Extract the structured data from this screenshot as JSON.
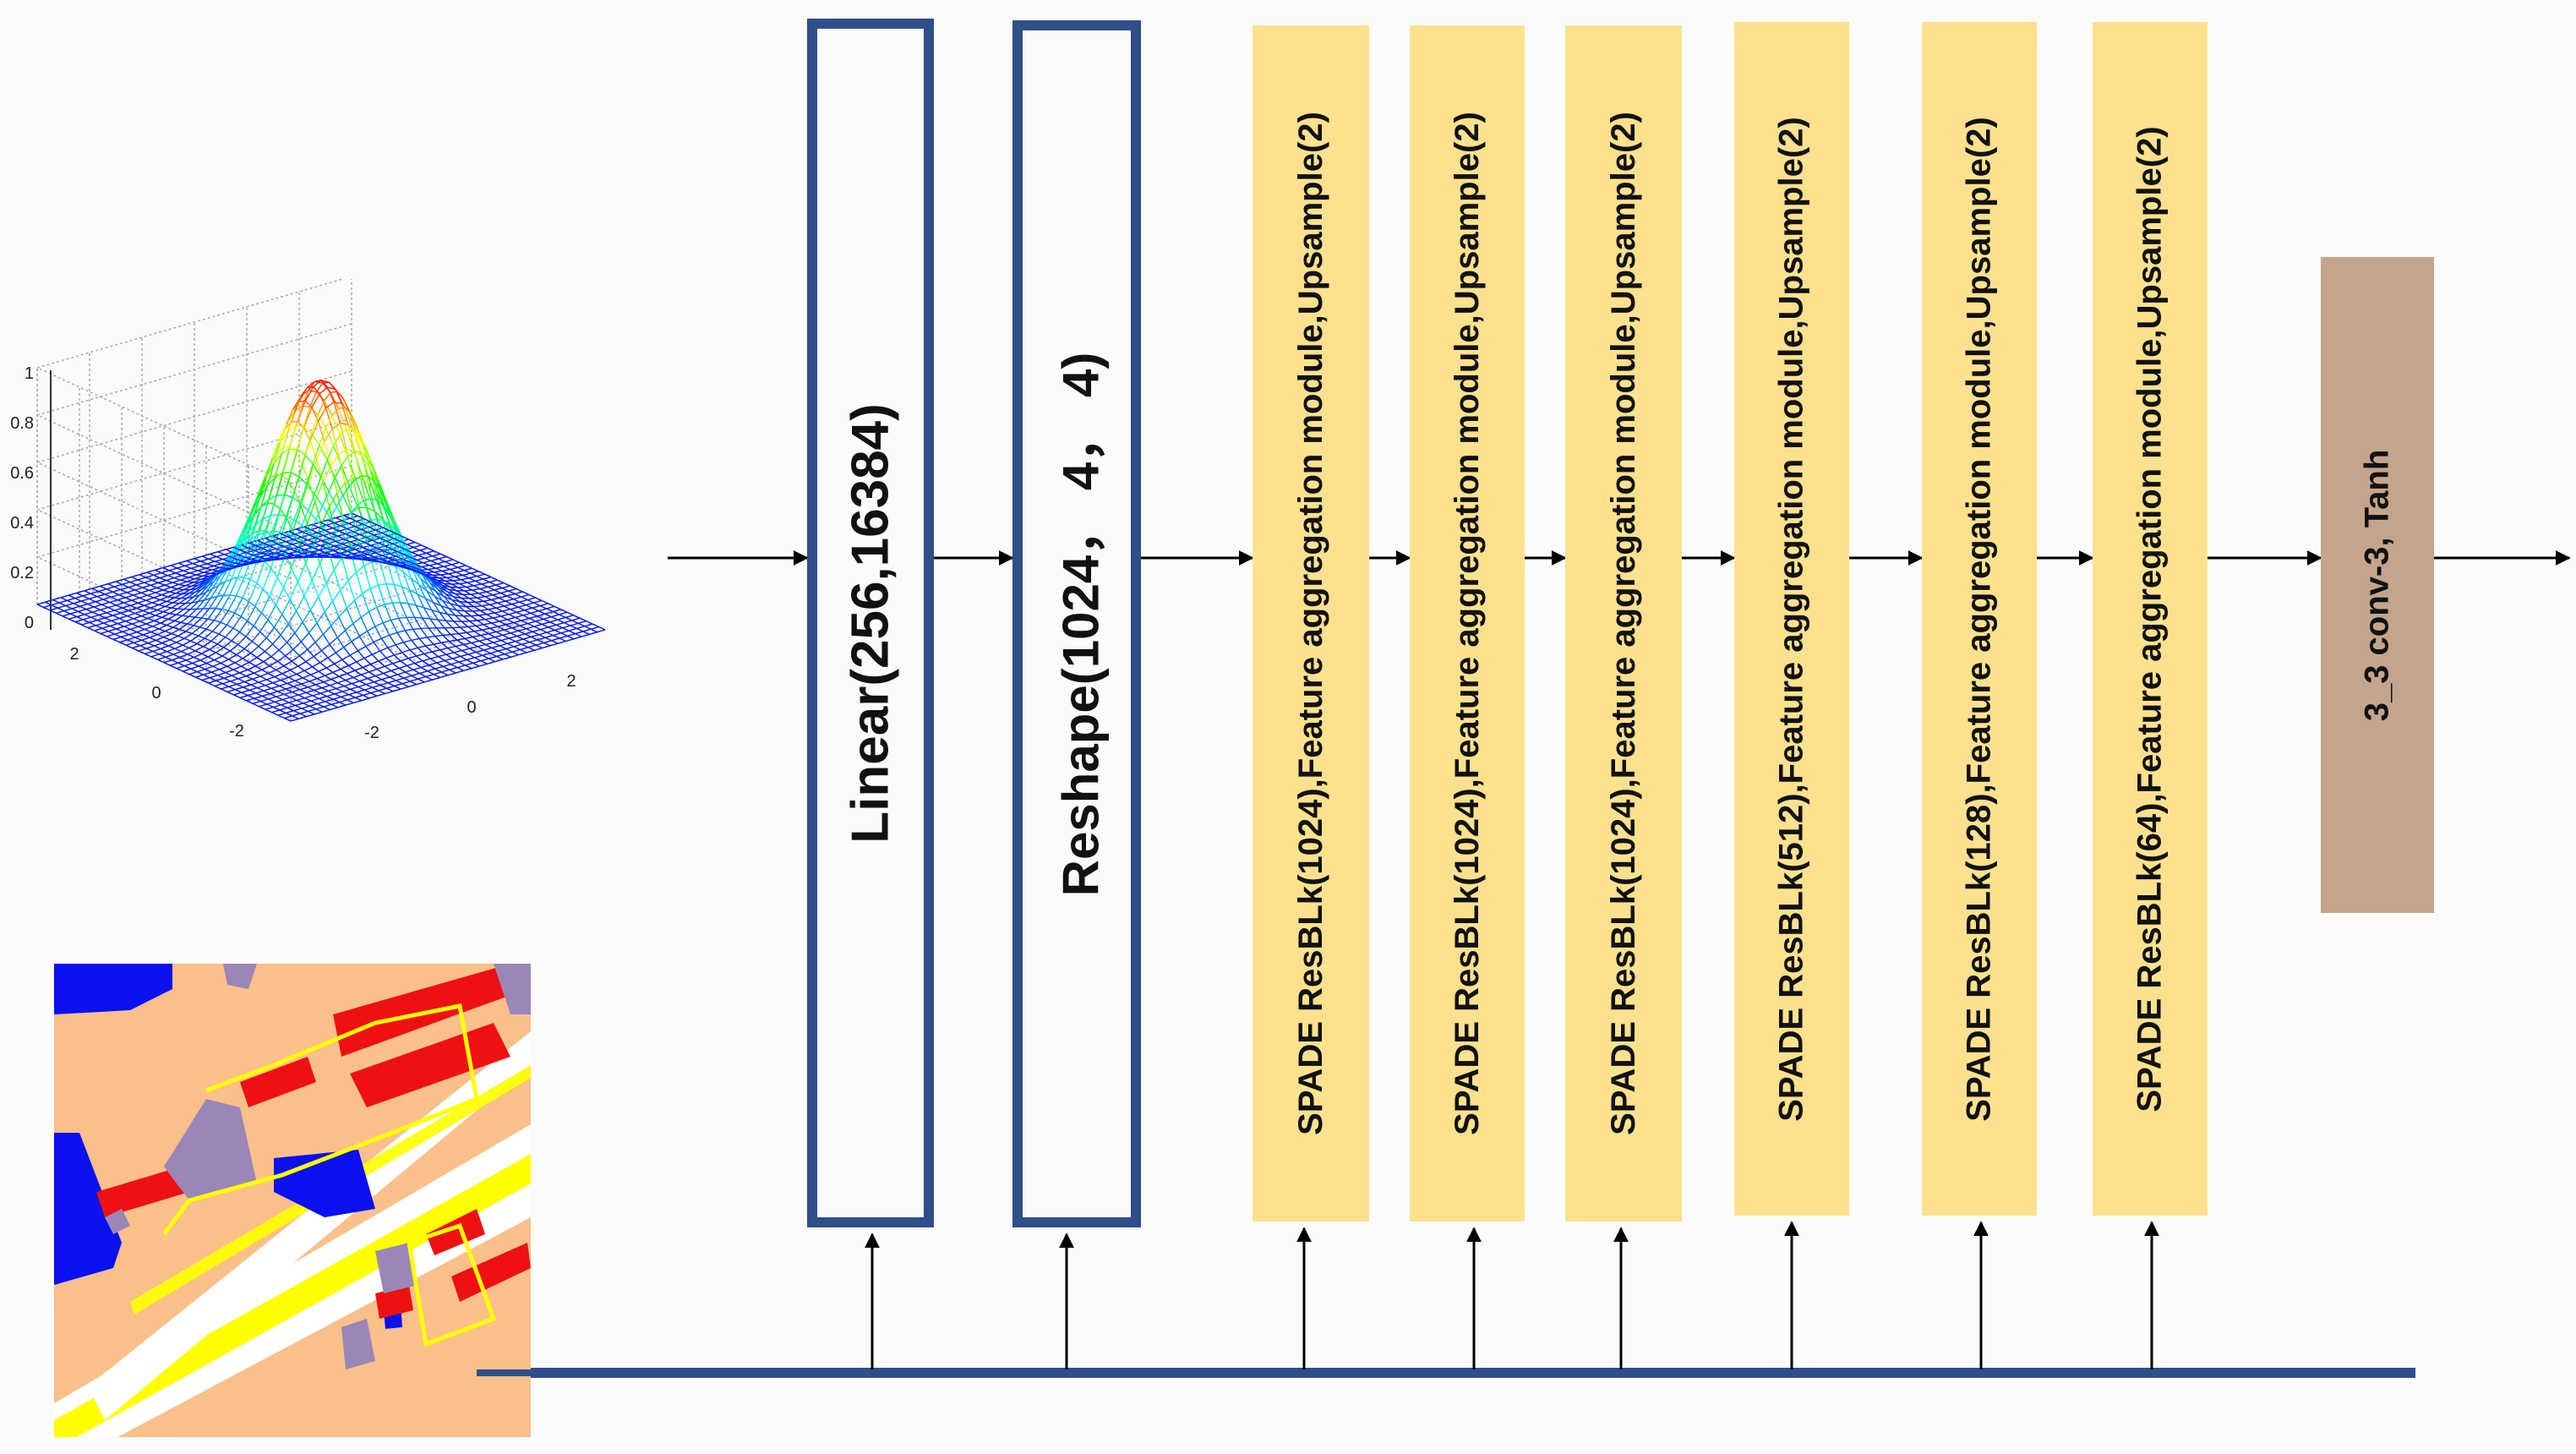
{
  "surface_plot": {
    "z_ticks": [
      "1",
      "0.8",
      "0.6",
      "0.4",
      "0.2",
      "0"
    ],
    "x_ticks": [
      "-2",
      "0",
      "2"
    ],
    "y_ticks": [
      "-2",
      "0",
      "2"
    ]
  },
  "blocks": [
    {
      "label": "Linear(256,16384)",
      "style": "blue",
      "fill": "#fdf7e3"
    },
    {
      "label": "Reshape(1024， 4， 4)",
      "style": "blue",
      "fill": "#e3f4fb"
    },
    {
      "label": "SPADE ResBLk(1024),Feature aggregation module,Upsample(2)",
      "style": "spade",
      "fill": "#fde18f"
    },
    {
      "label": "SPADE ResBLk(1024),Feature aggregation module,Upsample(2)",
      "style": "spade",
      "fill": "#fde18f"
    },
    {
      "label": "SPADE ResBLk(1024),Feature aggregation module,Upsample(2)",
      "style": "spade",
      "fill": "#fde18f"
    },
    {
      "label": "SPADE ResBLk(512),Feature aggregation module,Upsample(2)",
      "style": "spade",
      "fill": "#fde18f"
    },
    {
      "label": "SPADE ResBLk(128),Feature aggregation module,Upsample(2)",
      "style": "spade",
      "fill": "#fde18f"
    },
    {
      "label": "SPADE ResBLk(64),Feature aggregation module,Upsample(2)",
      "style": "spade",
      "fill": "#fde18f"
    },
    {
      "label": "3_3 conv-3, Tanh",
      "style": "conv",
      "fill": "#c4a58c"
    }
  ],
  "colors": {
    "box_border": "#2f4f8a",
    "bus_line": "#2f4f8a",
    "arrow": "#000000",
    "map_building": "#ee1111",
    "map_water": "#0a10ee",
    "map_ground": "#f9c08a",
    "map_road_edge": "#ffff00",
    "map_other": "#9b86b8"
  }
}
